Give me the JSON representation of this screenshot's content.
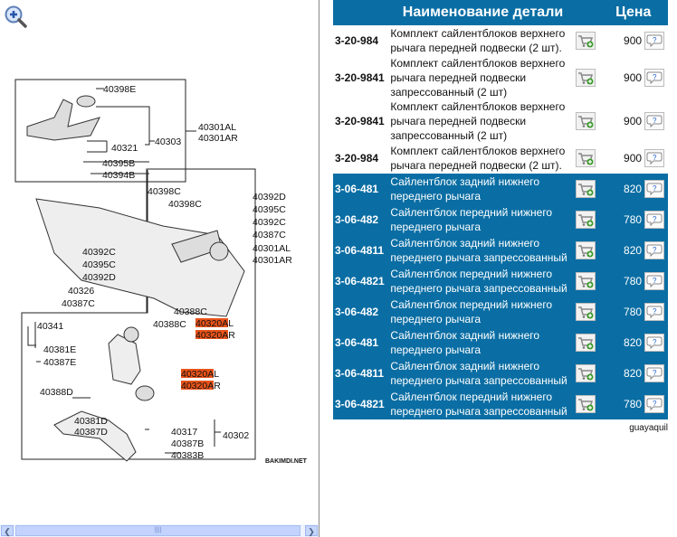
{
  "diagram": {
    "labels": [
      "40398E",
      "40301AL",
      "40301AR",
      "40303",
      "40321",
      "40395B",
      "40394B",
      "40398C",
      "40398C",
      "40392D",
      "40395C",
      "40392C",
      "40387C",
      "40301AL",
      "40301AR",
      "40392C",
      "40395C",
      "40392D",
      "40326",
      "40387C",
      "40388C",
      "40388C",
      "40320AL",
      "40320AR",
      "40341",
      "40381E",
      "40387E",
      "40388D",
      "40320AL",
      "40320AR",
      "40381D",
      "40387D",
      "40317",
      "40387B",
      "40383B",
      "40302"
    ],
    "watermark": "BAKIMDI.NET",
    "highlight_color": "#e8531a"
  },
  "table": {
    "header": {
      "name": "Наименование детали",
      "price": "Цена"
    },
    "rows": [
      {
        "part": "3-20-984",
        "name": "Комплект сайлентблоков верхнего рычага передней подвески (2 шт).",
        "price": "900"
      },
      {
        "part": "3-20-9841",
        "name": "Комплект сайлентблоков верхнего рычага передней подвески запрессованный (2 шт)",
        "price": "900"
      },
      {
        "part": "3-20-9841",
        "name": "Комплект сайлентблоков верхнего рычага передней подвески запрессованный (2 шт)",
        "price": "900"
      },
      {
        "part": "3-20-984",
        "name": "Комплект сайлентблоков верхнего рычага передней подвески (2 шт).",
        "price": "900"
      },
      {
        "part": "3-06-481",
        "name": "Сайлентблок задний нижнего переднего рычага",
        "price": "820"
      },
      {
        "part": "3-06-482",
        "name": "Сайлентблок передний нижнего переднего рычага",
        "price": "780"
      },
      {
        "part": "3-06-4811",
        "name": "Сайлентблок задний нижнего переднего рычага запрессованный",
        "price": "820"
      },
      {
        "part": "3-06-4821",
        "name": "Сайлентблок передний нижнего переднего рычага запрессованный",
        "price": "780"
      },
      {
        "part": "3-06-482",
        "name": "Сайлентблок передний нижнего переднего рычага",
        "price": "780"
      },
      {
        "part": "3-06-481",
        "name": "Сайлентблок задний нижнего переднего рычага",
        "price": "820"
      },
      {
        "part": "3-06-4811",
        "name": "Сайлентблок задний нижнего переднего рычага запрессованный",
        "price": "820"
      },
      {
        "part": "3-06-4821",
        "name": "Сайлентблок передний нижнего переднего рычага запрессованный",
        "price": "780"
      }
    ]
  },
  "footer": {
    "brand": "guayaquil"
  },
  "colors": {
    "header_bg": "#0a6ea4",
    "part_number": "#f07820"
  }
}
